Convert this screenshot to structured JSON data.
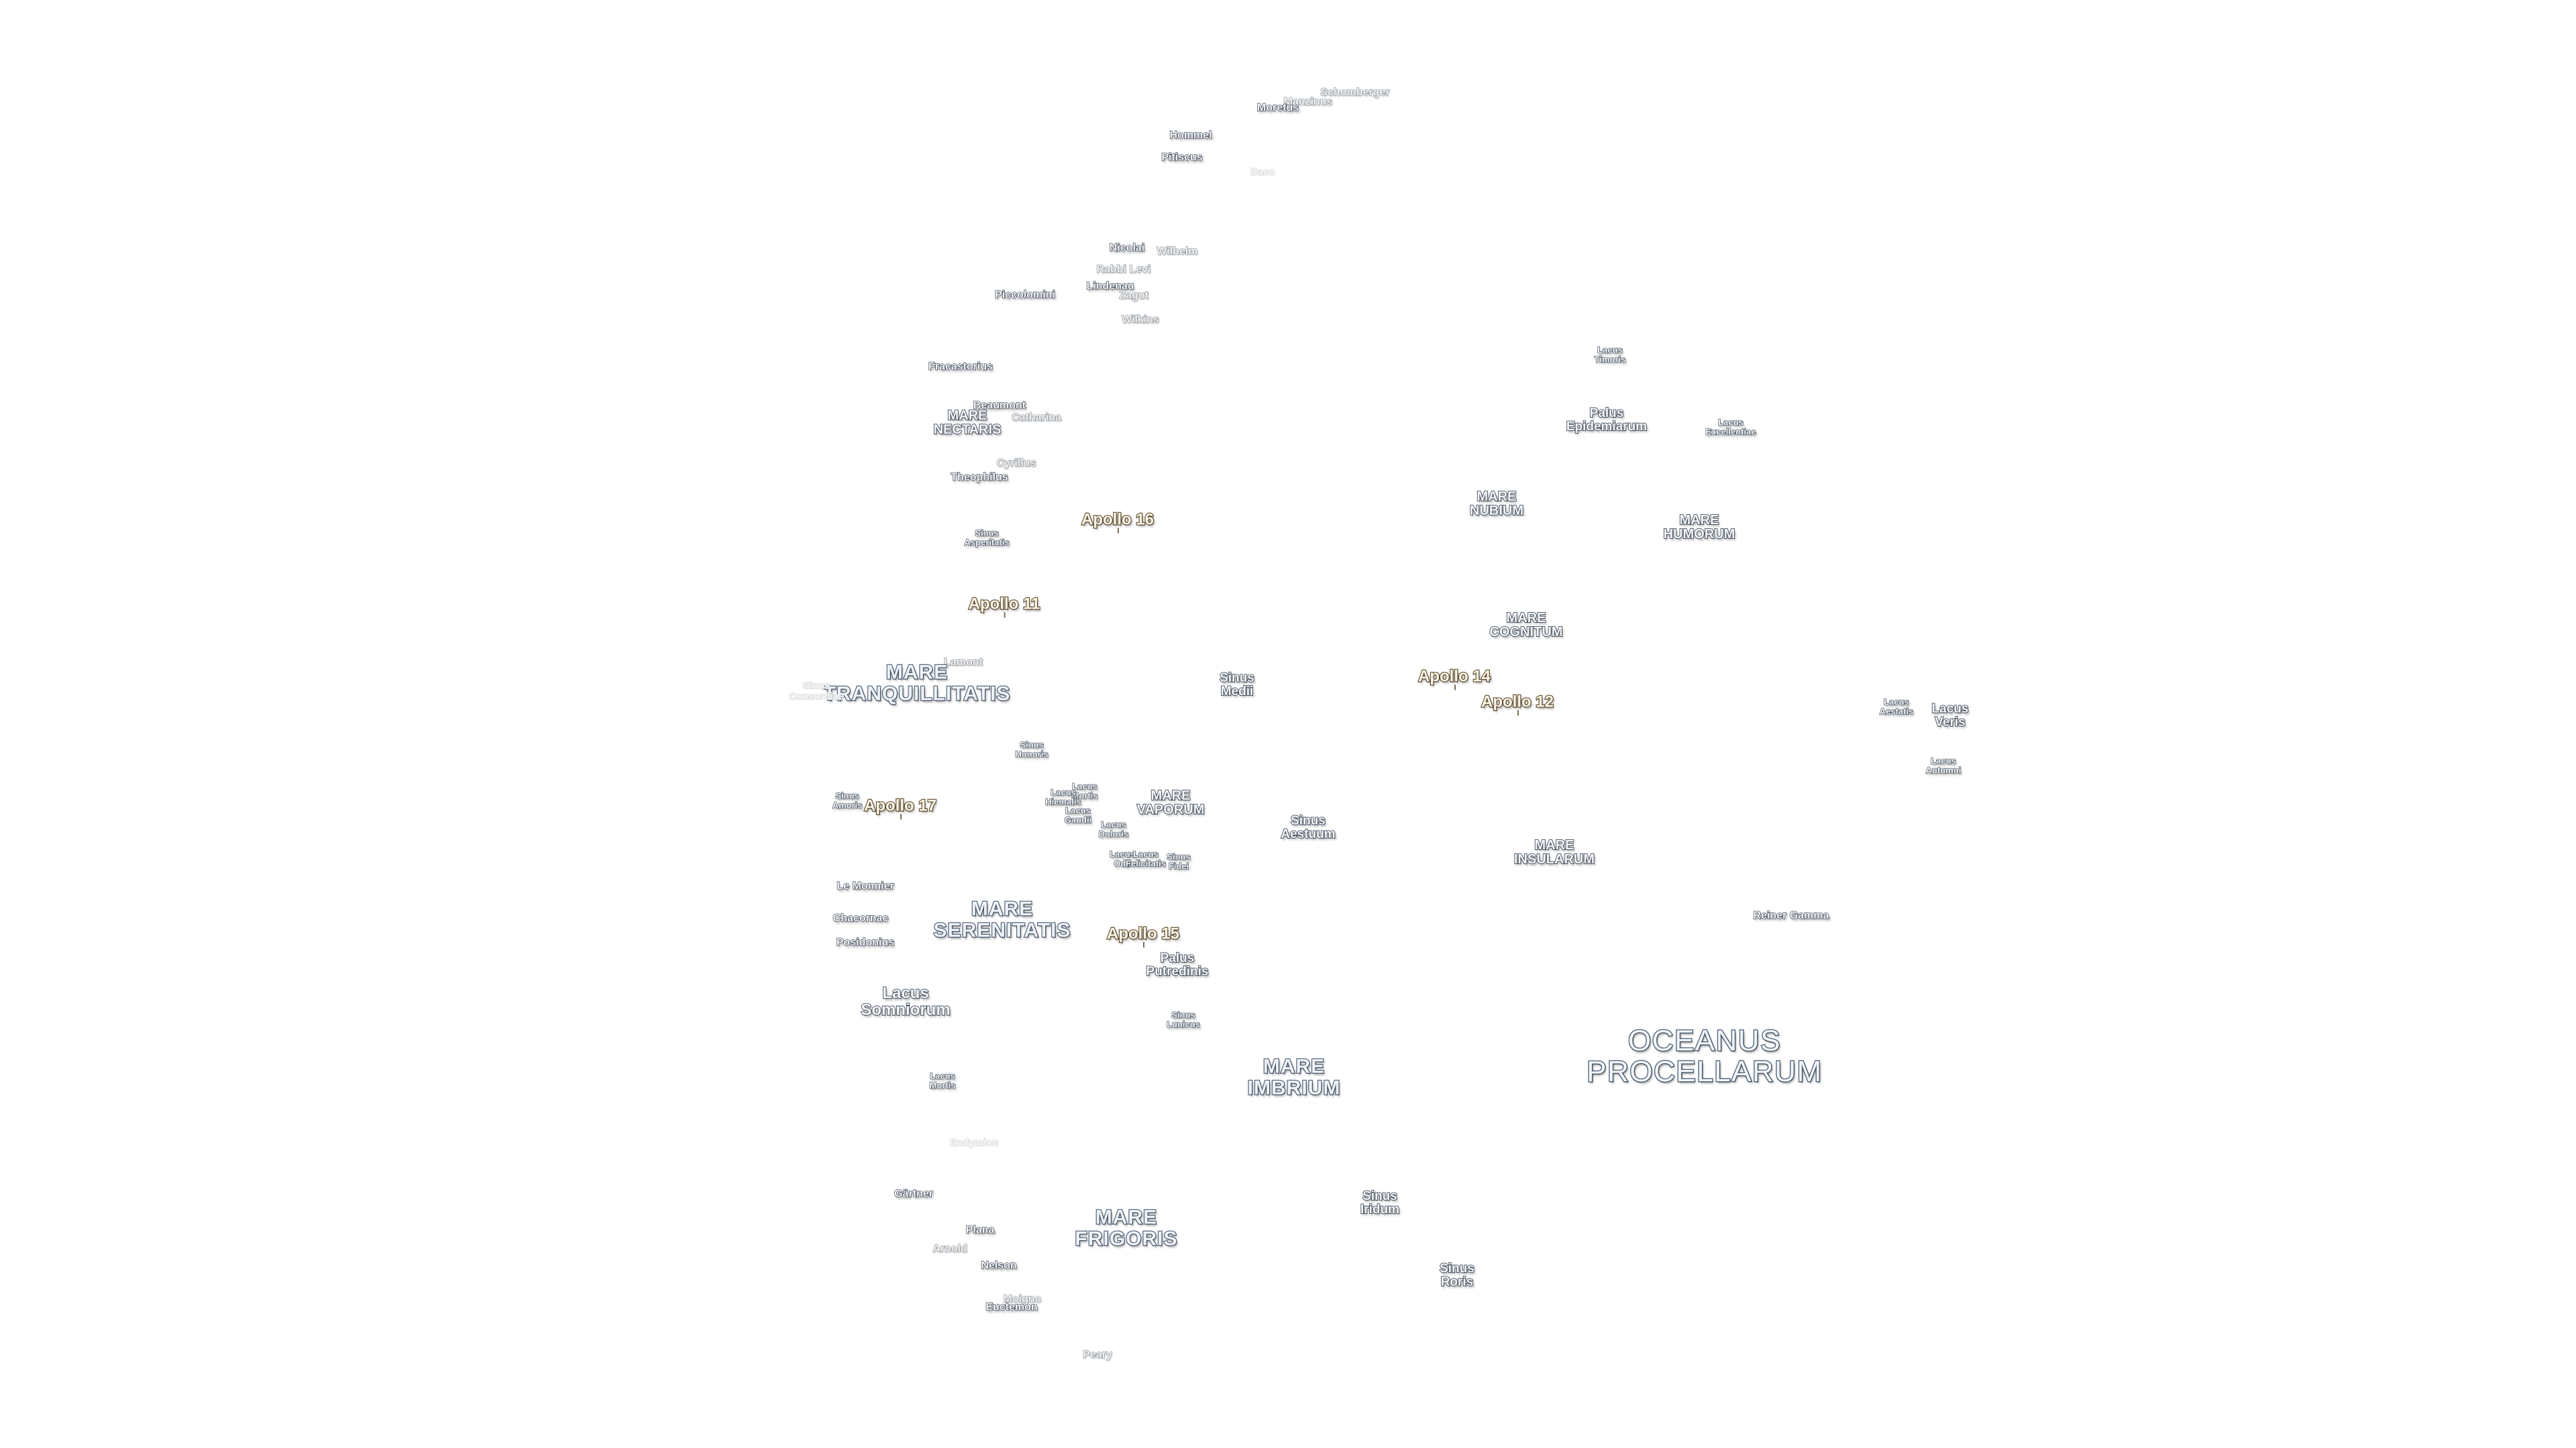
{
  "map": {
    "background": "#ffffff",
    "text_fill": "#f4f7fb",
    "text_outline": "#55606c",
    "apollo_outline": "#6d5a3d",
    "labels": [
      {
        "id": "schomberger",
        "text": "Schomberger",
        "kind": "crater-faint"
      },
      {
        "id": "manzinus",
        "text": "Manzinus",
        "kind": "crater-faint"
      },
      {
        "id": "moretus",
        "text": "Moretus",
        "kind": "crater"
      },
      {
        "id": "hommel",
        "text": "Hommel",
        "kind": "crater"
      },
      {
        "id": "pitiscus",
        "text": "Pitiscus",
        "kind": "crater"
      },
      {
        "id": "baco",
        "text": "Baco",
        "kind": "crater-ghost"
      },
      {
        "id": "nicolai",
        "text": "Nicolai",
        "kind": "crater"
      },
      {
        "id": "wilhelm",
        "text": "Wilhelm",
        "kind": "crater-faint"
      },
      {
        "id": "rabbi-levi",
        "text": "Rabbi Levi",
        "kind": "crater-faint"
      },
      {
        "id": "lindenau",
        "text": "Lindenau",
        "kind": "crater"
      },
      {
        "id": "zagut",
        "text": "Zagut",
        "kind": "crater-faint"
      },
      {
        "id": "piccolomini",
        "text": "Piccolomini",
        "kind": "crater"
      },
      {
        "id": "wilkins",
        "text": "Wilkins",
        "kind": "crater-faint"
      },
      {
        "id": "fracastorius",
        "text": "Fracastorius",
        "kind": "crater"
      },
      {
        "id": "beaumont",
        "text": "Beaumont",
        "kind": "crater"
      },
      {
        "id": "mare-nectaris",
        "text": "MARE\nNECTARIS",
        "kind": "mare-s"
      },
      {
        "id": "catharina",
        "text": "Catharina",
        "kind": "crater-faint"
      },
      {
        "id": "cyrillus",
        "text": "Cyrillus",
        "kind": "crater-faint"
      },
      {
        "id": "theophilus",
        "text": "Theophilus",
        "kind": "crater"
      },
      {
        "id": "apollo-16",
        "text": "Apollo 16",
        "kind": "apollo"
      },
      {
        "id": "sinus-asperitatis",
        "text": "Sinus\nAsperitatis",
        "kind": "lake-s"
      },
      {
        "id": "apollo-11",
        "text": "Apollo 11",
        "kind": "apollo"
      },
      {
        "id": "lamont",
        "text": "Lamont",
        "kind": "crater-faint"
      },
      {
        "id": "mare-tranquillitatis",
        "text": "MARE\nTRANQUILLITATIS",
        "kind": "mare"
      },
      {
        "id": "sinus-concordiae",
        "text": "Sinus\nConcordiae",
        "kind": "crater-ghost"
      },
      {
        "id": "sinus-medii",
        "text": "Sinus\nMedii",
        "kind": "lake"
      },
      {
        "id": "sinus-honoris",
        "text": "Sinus\nHonoris",
        "kind": "lake-s"
      },
      {
        "id": "sinus-amoris",
        "text": "Sinus\nAmoris",
        "kind": "lake-s"
      },
      {
        "id": "apollo-17",
        "text": "Apollo 17",
        "kind": "apollo"
      },
      {
        "id": "lacus-mortis-1",
        "text": "Lacus\nMortis",
        "kind": "lake-s"
      },
      {
        "id": "lacus-hiemalis",
        "text": "Lacus\nHiemalis",
        "kind": "lake-s"
      },
      {
        "id": "lacus-gaudii",
        "text": "Lacus\nGaudii",
        "kind": "lake-s"
      },
      {
        "id": "lacus-doloris",
        "text": "Lacus\nDoloris",
        "kind": "lake-s"
      },
      {
        "id": "lacus-odii",
        "text": "Lacus\nOdii",
        "kind": "lake-s"
      },
      {
        "id": "lacus-felicitatis",
        "text": "Lacus\nFelicitatis",
        "kind": "lake-s"
      },
      {
        "id": "sinus-fidei",
        "text": "Sinus\nFidei",
        "kind": "lake-s"
      },
      {
        "id": "mare-vaporum",
        "text": "MARE\nVAPORUM",
        "kind": "mare-s"
      },
      {
        "id": "sinus-aestuum",
        "text": "Sinus\nAestuum",
        "kind": "lake"
      },
      {
        "id": "le-monnier",
        "text": "Le Monnier",
        "kind": "crater"
      },
      {
        "id": "chacornac",
        "text": "Chacornac",
        "kind": "crater"
      },
      {
        "id": "posidonius",
        "text": "Posidonius",
        "kind": "crater"
      },
      {
        "id": "mare-serenitatis",
        "text": "MARE\nSERENITATIS",
        "kind": "mare"
      },
      {
        "id": "apollo-15",
        "text": "Apollo 15",
        "kind": "apollo"
      },
      {
        "id": "palus-putredinis",
        "text": "Palus\nPutredinis",
        "kind": "lake"
      },
      {
        "id": "lacus-somniorum",
        "text": "Lacus\nSomniorum",
        "kind": "lake-m"
      },
      {
        "id": "sinus-lunicus",
        "text": "Sinus\nLunicus",
        "kind": "lake-s"
      },
      {
        "id": "lacus-mortis-2",
        "text": "Lacus\nMortis",
        "kind": "lake-s"
      },
      {
        "id": "mare-imbrium",
        "text": "MARE\nIMBRIUM",
        "kind": "mare"
      },
      {
        "id": "endymion",
        "text": "Endymion",
        "kind": "crater-ghost"
      },
      {
        "id": "gartner",
        "text": "Gärtner",
        "kind": "crater"
      },
      {
        "id": "mare-frigoris",
        "text": "MARE\nFRIGORIS",
        "kind": "mare"
      },
      {
        "id": "plana",
        "text": "Plana",
        "kind": "crater"
      },
      {
        "id": "arnold",
        "text": "Arnold",
        "kind": "crater-faint"
      },
      {
        "id": "nelson",
        "text": "Nelson",
        "kind": "crater"
      },
      {
        "id": "moigno",
        "text": "Moigno",
        "kind": "crater-faint"
      },
      {
        "id": "euctemon",
        "text": "Euctemon",
        "kind": "crater"
      },
      {
        "id": "peary",
        "text": "Peary",
        "kind": "crater-faint"
      },
      {
        "id": "sinus-iridum",
        "text": "Sinus\nIridum",
        "kind": "lake"
      },
      {
        "id": "sinus-roris",
        "text": "Sinus\nRoris",
        "kind": "lake"
      },
      {
        "id": "lacus-timoris",
        "text": "Lacus\nTimoris",
        "kind": "lake-s"
      },
      {
        "id": "palus-epidemiarum",
        "text": "Palus\nEpidemiarum",
        "kind": "lake"
      },
      {
        "id": "lacus-excellentiae",
        "text": "Lacus\nExcellentiae",
        "kind": "lake-s"
      },
      {
        "id": "mare-nubium",
        "text": "MARE\nNUBIUM",
        "kind": "mare-s"
      },
      {
        "id": "mare-humorum",
        "text": "MARE\nHUMORUM",
        "kind": "mare-s"
      },
      {
        "id": "mare-cognitum",
        "text": "MARE\nCOGNITUM",
        "kind": "mare-s"
      },
      {
        "id": "apollo-14",
        "text": "Apollo 14",
        "kind": "apollo"
      },
      {
        "id": "apollo-12",
        "text": "Apollo 12",
        "kind": "apollo"
      },
      {
        "id": "mare-insularum",
        "text": "MARE\nINSULARUM",
        "kind": "mare-s"
      },
      {
        "id": "lacus-aestatis",
        "text": "Lacus\nAestatis",
        "kind": "lake-s"
      },
      {
        "id": "lacus-veris",
        "text": "Lacus\nVeris",
        "kind": "lake"
      },
      {
        "id": "lacus-autumni",
        "text": "Lacus\nAutumni",
        "kind": "lake-s"
      },
      {
        "id": "reiner-gamma",
        "text": "Reiner Gamma",
        "kind": "crater"
      },
      {
        "id": "oceanus-procellarum",
        "text": "OCEANUS\nPROCELLARUM",
        "kind": "mare-xl"
      }
    ]
  }
}
